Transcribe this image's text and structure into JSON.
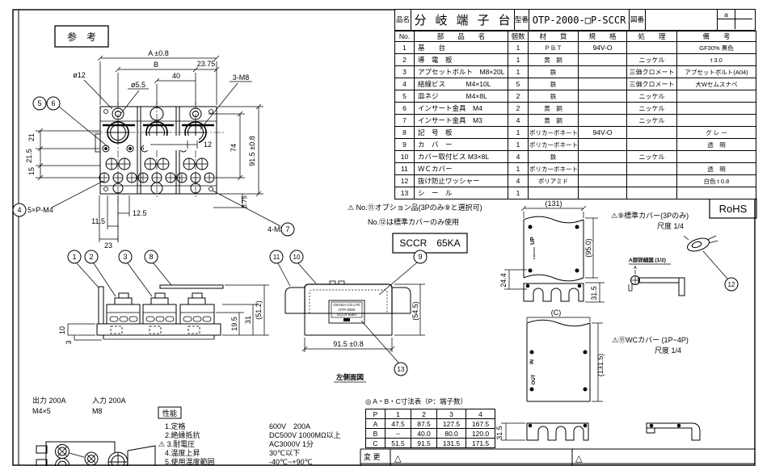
{
  "sheet": {
    "reference_label": "参　考"
  },
  "title_block": {
    "part_name_label": "品名",
    "part_name": "分岐端子台",
    "model_label": "型番",
    "model": "OTP-2000-□P-SCCR",
    "drawing_no_label": "図番",
    "drawing_no": "",
    "rev_mark": "a"
  },
  "parts_table": {
    "headers": [
      "No.",
      "部　　品　　名",
      "個数",
      "材　　質",
      "規　　格",
      "処　　理",
      "備　　考"
    ],
    "rows": [
      [
        "1",
        "基　　台",
        "1",
        "ＰＢＴ",
        "94V-O",
        "",
        "GF30% 黒色"
      ],
      [
        "2",
        "導　電　板",
        "1",
        "黄　銅",
        "",
        "ニッケル",
        "t 3.0"
      ],
      [
        "3",
        "アプセットボルト　M8×20L",
        "1",
        "鉄",
        "",
        "三価クロメート",
        "アプセットボルト(A04)"
      ],
      [
        "4",
        "結線ビス　　　M4×10L",
        "5",
        "鉄",
        "",
        "三価クロメート",
        "大Wセムスナベ"
      ],
      [
        "5",
        "皿ネジ　　　　M4×8L",
        "2",
        "鉄",
        "",
        "ニッケル",
        ""
      ],
      [
        "6",
        "インサート金具　M4",
        "2",
        "黄　銅",
        "",
        "ニッケル",
        ""
      ],
      [
        "7",
        "インサート金具　M3",
        "4",
        "黄　銅",
        "",
        "ニッケル",
        ""
      ],
      [
        "8",
        "記　号　板",
        "1",
        "ポリカーボネート",
        "94V-O",
        "",
        "グ レ ー"
      ],
      [
        "9",
        "カ　バ　ー",
        "1",
        "ポリカーボネート",
        "",
        "",
        "透　明"
      ],
      [
        "10",
        "カバー取付ビス M3×8L",
        "4",
        "鉄",
        "",
        "ニッケル",
        ""
      ],
      [
        "11",
        "ＷＣカバー",
        "1",
        "ポリカーボネート",
        "",
        "",
        "透　明"
      ],
      [
        "12",
        "抜け防止ワッシャー",
        "4",
        "ポリアミド",
        "",
        "",
        "白色 t 0.8"
      ],
      [
        "13",
        "シ　ー　ル",
        "1",
        "",
        "",
        "",
        ""
      ]
    ]
  },
  "notes": {
    "option_note": "⚠ No.⑪オプション品(3Pのみ⑨と選択可)",
    "standard_note": "No.⑫は標準カバーのみ使用",
    "sccr": "SCCR　65KA",
    "rohs": "RoHS",
    "cover9": "⚠⑨標準カバー(3Pのみ)",
    "cover9_scale": "尺度 1/4",
    "cover11": "⚠⑪WCカバー (1P~4P)",
    "cover11_scale": "尺度 1/4",
    "detail_a": "A部詳細図 (1/2)",
    "detail_a_mark": "A",
    "side_view": "左側面図"
  },
  "dims": {
    "top": {
      "a": "A ±0.8",
      "b": "B",
      "d2375": "23.75",
      "d40": "40",
      "dia12": "ø12",
      "dia55": "ø5.5",
      "m8": "3-M8",
      "d21": "21",
      "d215": "21.5",
      "d15": "15",
      "d12": "12",
      "d74": "74",
      "d915": "91.5 ±0.8",
      "d875": "8.75",
      "d125": "12.5",
      "d115": "11.5",
      "d23": "23",
      "pm4": "5×P-M4",
      "m3": "4-M3"
    },
    "front": {
      "d10": "10",
      "d3": "3",
      "d195": "19.5",
      "d31": "31",
      "d512": "(51.2)"
    },
    "side": {
      "d545": "(54.5)",
      "d915": "91.5 ±0.8"
    },
    "cover": {
      "d131": "(131)",
      "d95": "(95.0)",
      "up": "UP",
      "arrow": "↕",
      "d244": "24.4",
      "d315": "31.5",
      "c": "(C)"
    },
    "wc": {
      "d1315": "(131.5)",
      "d315": "31.5",
      "in_label": "IN",
      "out_label": "OUT"
    }
  },
  "balloons": {
    "b1": "1",
    "b2": "2",
    "b3": "3",
    "b4": "4",
    "b5": "5",
    "b6": "6",
    "b7": "7",
    "b8": "8",
    "b9": "9",
    "b10": "10",
    "b11": "11",
    "b12": "12",
    "b13": "13"
  },
  "label_plate": {
    "l1": "OSADA.CO.LTD",
    "l2": "OTP-2000",
    "l3": "SCCR 65kA"
  },
  "abc_table": {
    "caption": "◎ A・B・C寸法表（P：端子数）",
    "rows": [
      [
        "P",
        "1",
        "2",
        "3",
        "4"
      ],
      [
        "A",
        "47.5",
        "87.5",
        "127.5",
        "167.5"
      ],
      [
        "B",
        "−",
        "40.0",
        "80.0",
        "120.0"
      ],
      [
        "C",
        "51.5",
        "91.5",
        "131.5",
        "171.5"
      ]
    ]
  },
  "specs": {
    "output": "出力 200A",
    "output_screw": "M4×5",
    "input": "入力 200A",
    "input_screw": "M8",
    "perf_title": "性能",
    "items": [
      {
        "label": "1.定格",
        "value": "600V　200A"
      },
      {
        "label": "2.絶縁抵抗",
        "value": "DC500V 1000MΩ以上"
      },
      {
        "label": "⚠ 3.耐電圧",
        "value": "AC3000V 1分"
      },
      {
        "label": "4.温度上昇",
        "value": "30℃以下"
      },
      {
        "label": "5.使用温度範囲",
        "value": "-40℃~+90℃"
      }
    ]
  },
  "revision": {
    "label": "変 更",
    "mark1": "△",
    "mark2": "△"
  }
}
